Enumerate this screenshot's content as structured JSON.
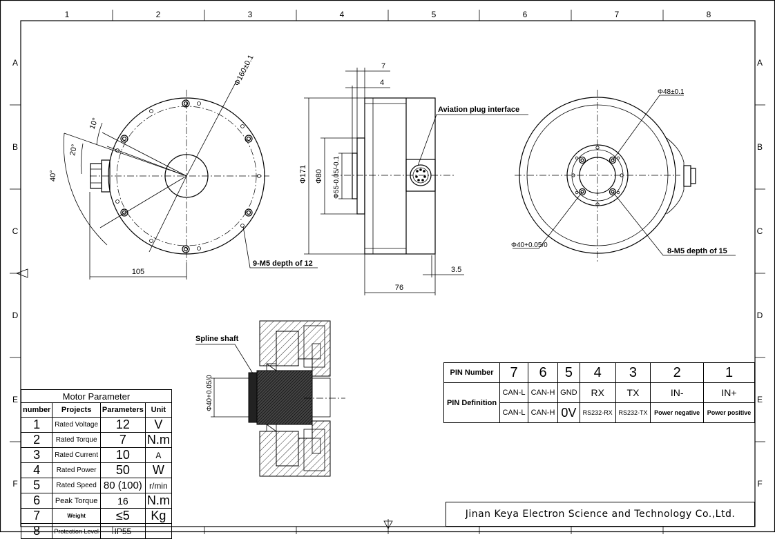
{
  "frame": {
    "columns": [
      "1",
      "2",
      "3",
      "4",
      "5",
      "6",
      "7",
      "8"
    ],
    "rows": [
      "A",
      "B",
      "C",
      "D",
      "E",
      "F"
    ]
  },
  "dims": {
    "outer_dia": "Φ160±0.1",
    "angle_10": "10°",
    "angle_20": "20°",
    "angle_40": "40°",
    "dim_105": "105",
    "holes_left": "9-M5 depth of 12",
    "top_7": "7",
    "top_4": "4",
    "aviation_plug": "Aviation plug interface",
    "dia_171": "Φ171",
    "dia_80": "Φ80",
    "dia_55": "Φ55-0.05/-0.1",
    "dim_76": "76",
    "dim_3_5": "3.5",
    "dia_48": "Φ48±0.1",
    "dia_40_right": "Φ40+0.05/0",
    "holes_right": "8-M5 depth of 15",
    "spline_shaft": "Spline shaft",
    "dia_40_section": "Φ40+0.05/0"
  },
  "pin_table": {
    "row1_label": "PIN Number",
    "row2_label": "PIN Definition",
    "numbers": [
      "7",
      "6",
      "5",
      "4",
      "3",
      "2",
      "1"
    ],
    "definitions": [
      "CAN-L",
      "CAN-H",
      "GND",
      "RX",
      "TX",
      "IN-",
      "IN+"
    ],
    "descriptions": [
      "CAN-L",
      "CAN-H",
      "0V",
      "RS232-RX",
      "RS232-TX",
      "Power negative",
      "Power positive"
    ]
  },
  "motor_table": {
    "title": "Motor Parameter",
    "headers": [
      "number",
      "Projects",
      "Parameters",
      "Unit"
    ],
    "rows": [
      {
        "num": "1",
        "project": "Rated Voltage",
        "param": "12",
        "unit": "V"
      },
      {
        "num": "2",
        "project": "Rated Torque",
        "param": "7",
        "unit": "N.m"
      },
      {
        "num": "3",
        "project": "Rated Current",
        "param": "10",
        "unit": "A"
      },
      {
        "num": "4",
        "project": "Rated Power",
        "param": "50",
        "unit": "W"
      },
      {
        "num": "5",
        "project": "Rated Speed",
        "param": "80 (100)",
        "unit": "r/min"
      },
      {
        "num": "6",
        "project": "Peak Torque",
        "param": "16",
        "unit": "N.m"
      },
      {
        "num": "7",
        "project": "Weight",
        "param": "≤5",
        "unit": "Kg"
      },
      {
        "num": "8",
        "project": "Protection Level",
        "param": "IP55",
        "unit": ""
      }
    ]
  },
  "company": "Jinan Keya Electron Science and Technology Co.,Ltd."
}
